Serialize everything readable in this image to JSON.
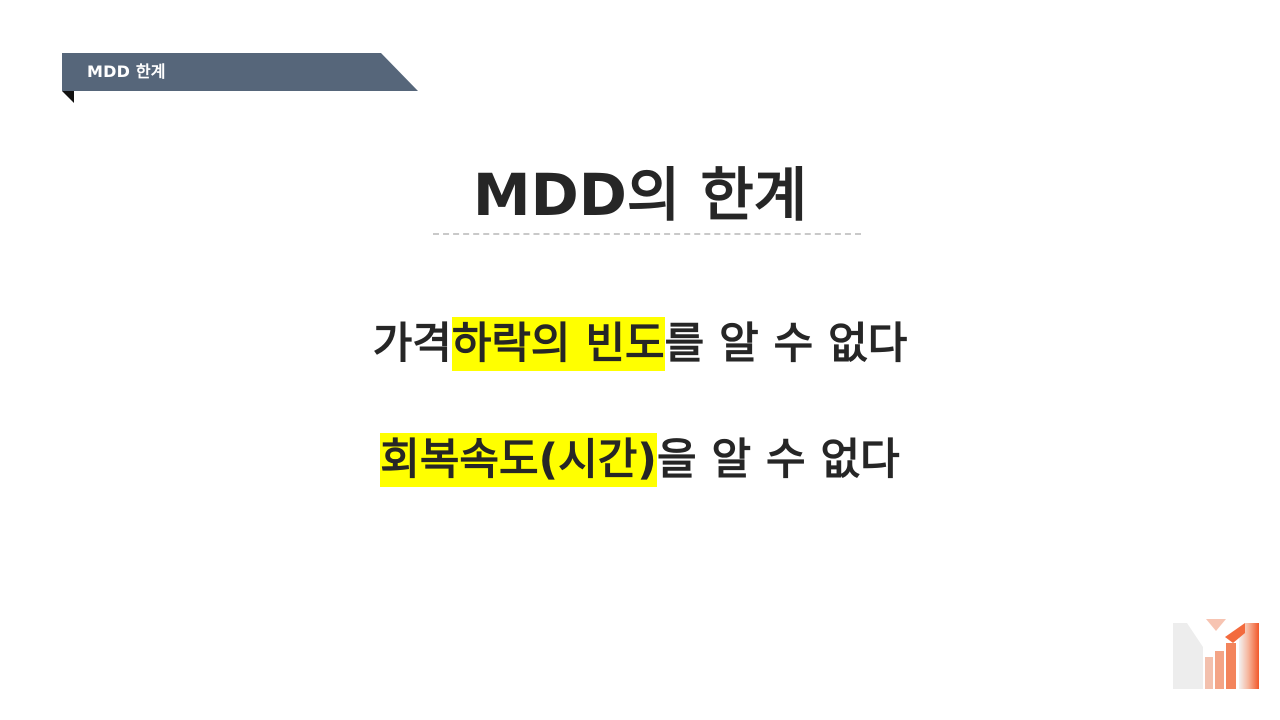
{
  "section_tag": {
    "label": "MDD 한계"
  },
  "title": "MDD의 한계",
  "points": [
    {
      "before": "가격",
      "highlight": "하락의 빈도",
      "after": "를 알 수 없다"
    },
    {
      "before": "",
      "highlight": "회복속도(시간)",
      "after": "을 알 수 없다"
    }
  ],
  "colors": {
    "ribbon": "#56667a",
    "highlight": "#ffff00",
    "text": "#262626",
    "logo_accent": "#f26b3a"
  },
  "logo": {
    "icon": "brand-m-logo-icon"
  }
}
